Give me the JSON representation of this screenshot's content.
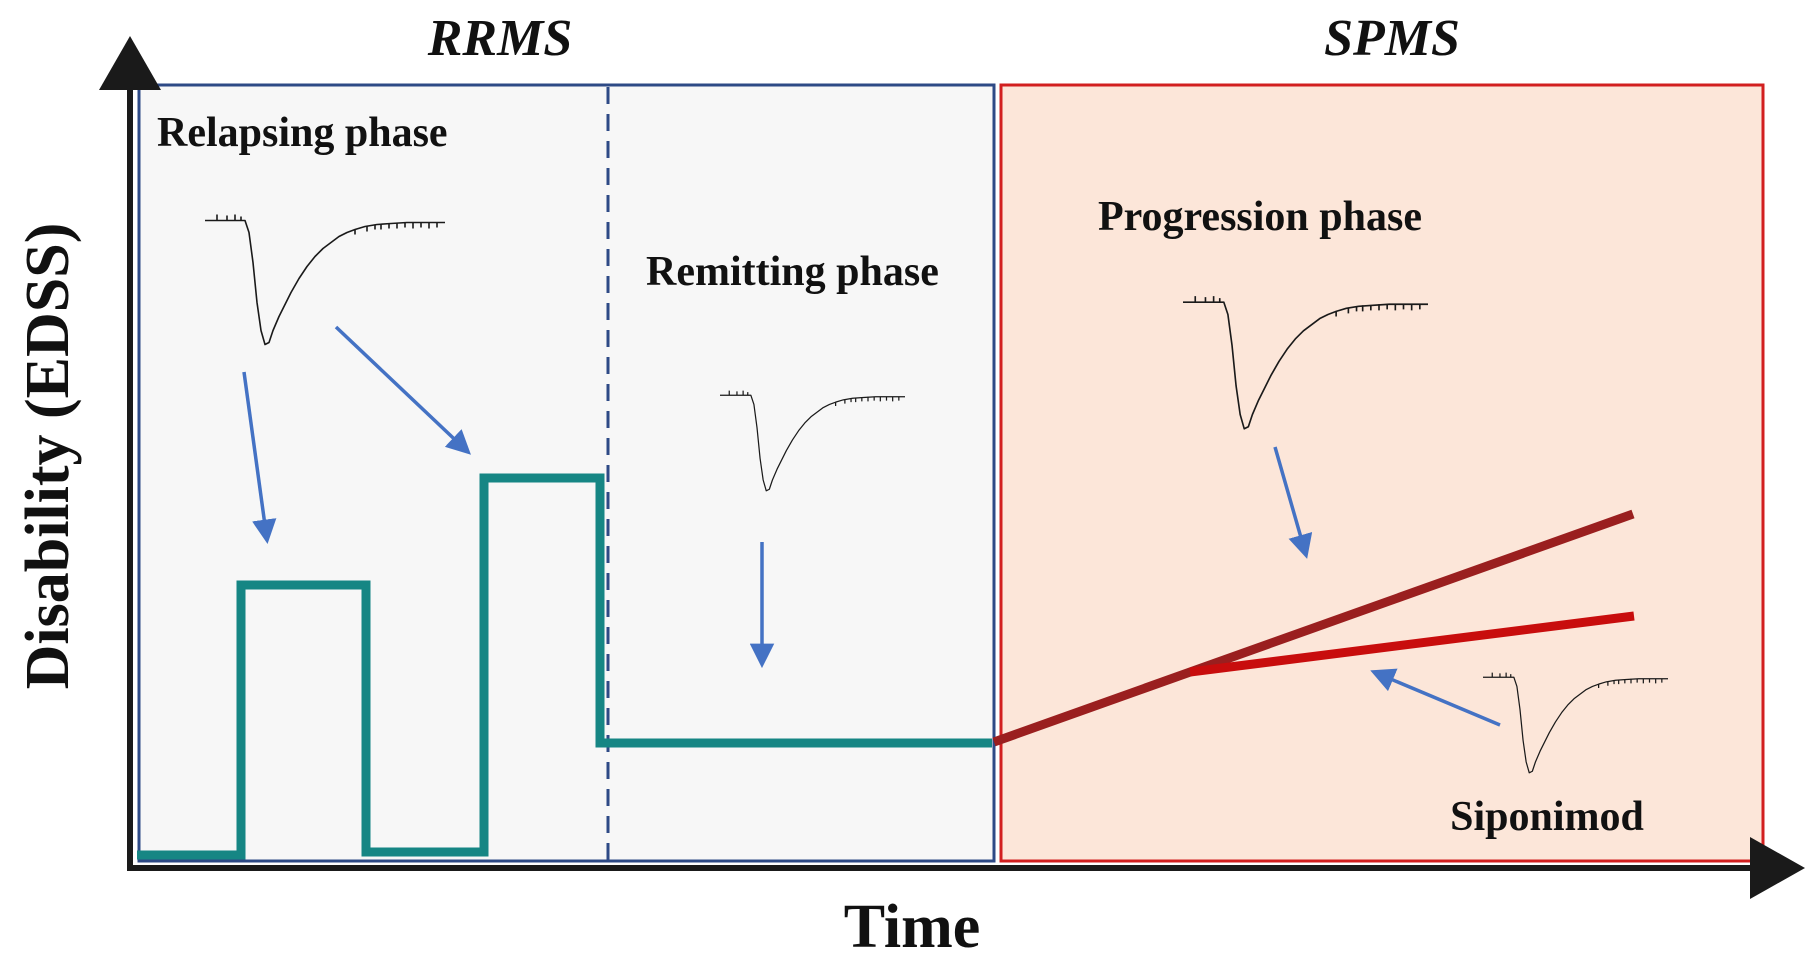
{
  "stage_labels": {
    "rrms": "RRMS",
    "spms": "SPMS"
  },
  "phases": {
    "relapsing": "Relapsing phase",
    "remitting": "Remitting phase",
    "progression": "Progression phase"
  },
  "treatment_label": "Siponimod",
  "axes": {
    "y_label": "Disability (EDSS)",
    "x_label": "Time"
  },
  "colors": {
    "rrms_border": "#2e4a86",
    "rrms_fill": "#f7f7f7",
    "spms_border": "#d21f1f",
    "spms_fill": "#fce6d9",
    "disability_curve": "#168684",
    "untreated_progression": "#9a1f1f",
    "treated_progression": "#c80d0d",
    "arrows": "#4472c4",
    "axes": "#1a1a1a"
  }
}
